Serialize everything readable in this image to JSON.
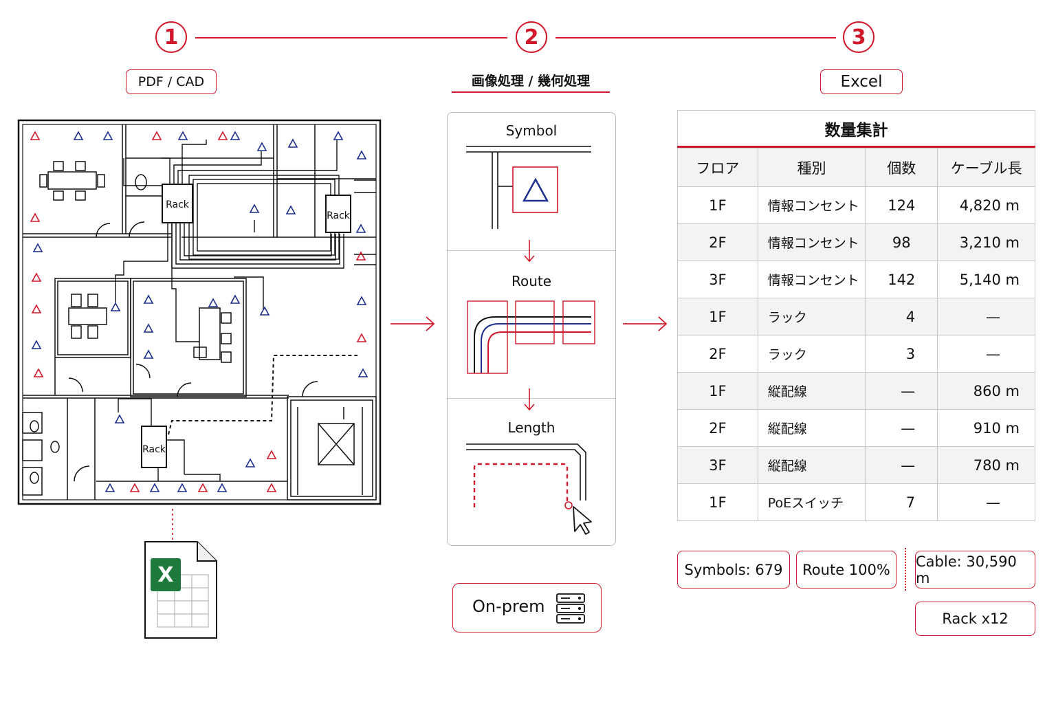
{
  "steps": [
    {
      "number": "1",
      "label": "PDF / CAD"
    },
    {
      "number": "2",
      "label": "画像処理 / 幾何処理"
    },
    {
      "number": "3",
      "label": "Excel"
    }
  ],
  "floorplan": {
    "rack_labels": [
      "Rack",
      "Rack",
      "Rack"
    ]
  },
  "excel_icon": {
    "letter": "X"
  },
  "process_panel": {
    "stages": [
      "Symbol",
      "Route",
      "Length"
    ]
  },
  "onprem": {
    "label": "On-prem"
  },
  "table": {
    "title": "数量集計",
    "headers": [
      "フロア",
      "種別",
      "個数",
      "ケーブル長"
    ],
    "rows": [
      [
        "1F",
        "情報コンセント",
        "124",
        "4,820 m"
      ],
      [
        "2F",
        "情報コンセント",
        "98",
        "3,210 m"
      ],
      [
        "3F",
        "情報コンセント",
        "142",
        "5,140 m"
      ],
      [
        "1F",
        "ラック",
        "4",
        "—"
      ],
      [
        "2F",
        "ラック",
        "3",
        "—"
      ],
      [
        "1F",
        "縦配線",
        "—",
        "860 m"
      ],
      [
        "2F",
        "縦配線",
        "—",
        "910 m"
      ],
      [
        "3F",
        "縦配線",
        "—",
        "780 m"
      ],
      [
        "1F",
        "PoEスイッチ",
        "7",
        "—"
      ]
    ]
  },
  "stats": {
    "symbols": "Symbols: 679",
    "route": "Route 100%",
    "cable": "Cable: 30,590 m",
    "rack": "Rack x12"
  },
  "colors": {
    "accent": "#d0182a",
    "blue": "#1c2f8c",
    "excel_green": "#1e7a3c"
  }
}
